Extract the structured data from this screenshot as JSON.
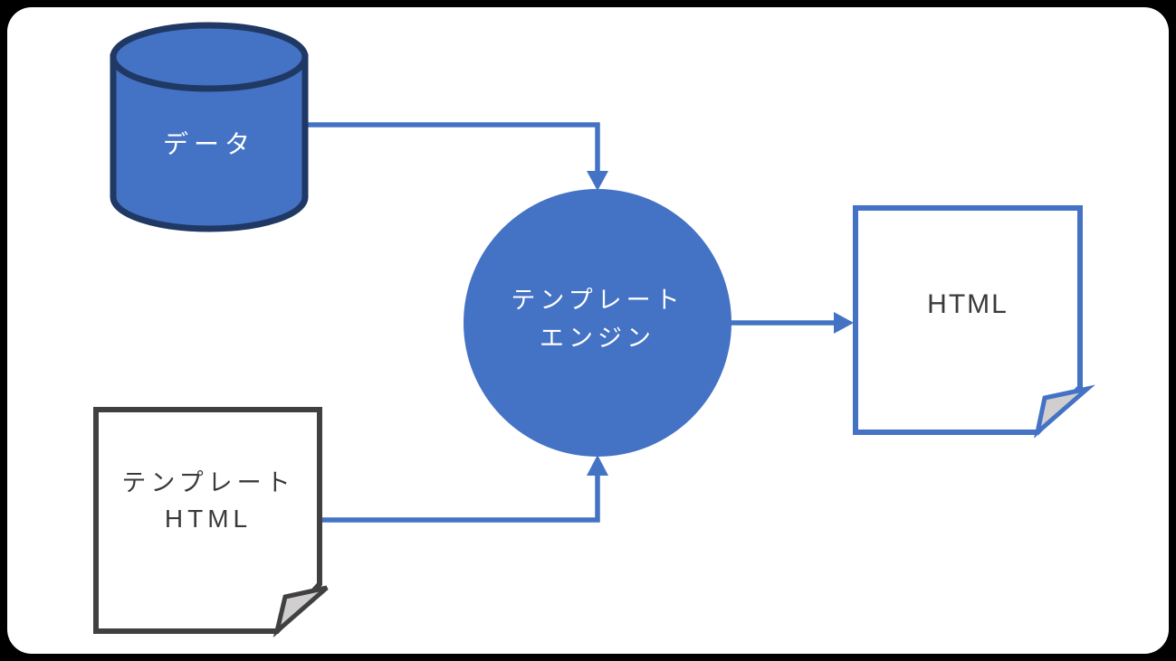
{
  "colors": {
    "frame": "#000000",
    "canvas": "#FFFFFF",
    "accent": "#4472C4",
    "cylinder_stroke": "#203864",
    "note_stroke_dark": "#404040",
    "fold_fill": "#D0CECE",
    "text_dark": "#3A3A3A",
    "text_light": "#FFFFFF"
  },
  "nodes": {
    "data_store": {
      "shape": "cylinder",
      "label": "データ"
    },
    "engine": {
      "shape": "circle",
      "lines": [
        "テンプレート",
        "エンジン"
      ]
    },
    "template_html": {
      "shape": "folded-note",
      "lines": [
        "テンプレート",
        "HTML"
      ]
    },
    "output_html": {
      "shape": "folded-note",
      "label": "HTML"
    }
  },
  "edges": [
    {
      "from": "data_store",
      "to": "engine"
    },
    {
      "from": "template_html",
      "to": "engine"
    },
    {
      "from": "engine",
      "to": "output_html"
    }
  ]
}
